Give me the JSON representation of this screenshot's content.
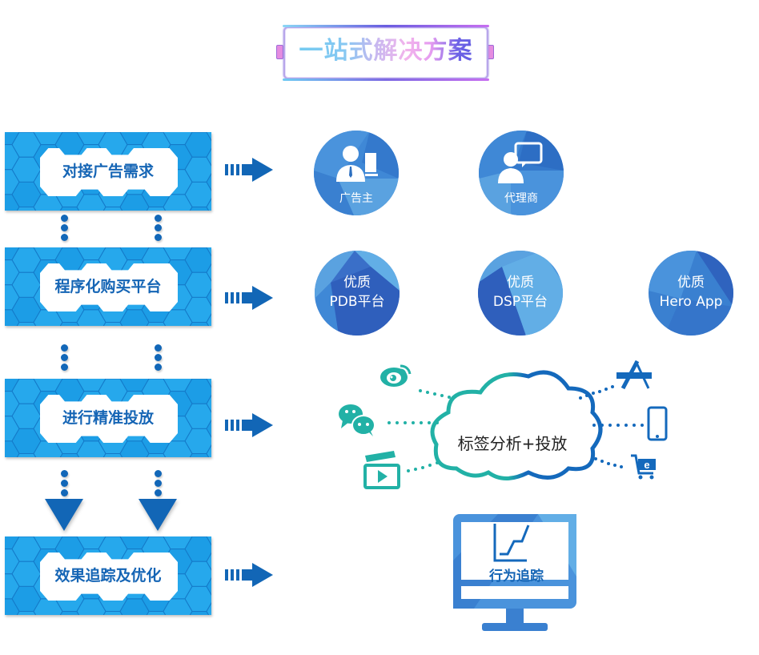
{
  "title": "一站式解决方案",
  "colors": {
    "primary_blue": "#1565b5",
    "step_bg": "#1aa0e8",
    "arrow_blue": "#1266b6",
    "teal": "#22b1a6",
    "circle_blue": "#3a86d4"
  },
  "steps": [
    {
      "label": "对接广告需求"
    },
    {
      "label": "程序化购买平台"
    },
    {
      "label": "进行精准投放"
    },
    {
      "label": "效果追踪及优化"
    }
  ],
  "row1": {
    "items": [
      {
        "label": "广告主",
        "icon": "advertiser-icon"
      },
      {
        "label": "代理商",
        "icon": "agency-icon"
      }
    ]
  },
  "row2": {
    "items": [
      {
        "line1": "优质",
        "line2": "PDB平台"
      },
      {
        "line1": "优质",
        "line2": "DSP平台"
      },
      {
        "line1": "优质",
        "line2": "Hero App"
      }
    ]
  },
  "row3": {
    "center_label": "标签分析+投放",
    "left_icons": [
      "weibo-icon",
      "wechat-icon",
      "video-clapper-icon"
    ],
    "right_icons": [
      "app-store-icon",
      "smartphone-icon",
      "ecommerce-cart-icon"
    ]
  },
  "row4": {
    "label": "行为追踪"
  }
}
